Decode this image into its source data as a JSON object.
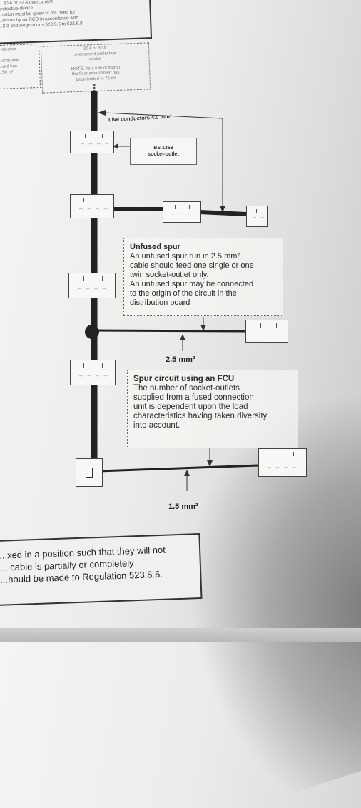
{
  "top_box": {
    "lines": [
      "... 30 A or 32 A overcurrent",
      "protective device",
      "...ration must be given to the need for",
      "...ection by an RCD in accordance with",
      "...3.3 and Regulations 522.6.6 to 522.6.8"
    ]
  },
  "left_note": {
    "lines": [
      "...otective",
      "",
      "...of thumb",
      "...ved has",
      "...50 m²"
    ]
  },
  "right_note": {
    "lines": [
      "30 A or 32 A",
      "overcurrent protective",
      "device",
      "NOTE: As a rule of thumb",
      "the floor area served has",
      "been limited to 75 m²"
    ]
  },
  "live_label": "Live conductors 4.0 mm²",
  "bs_box": {
    "line1": "BS 1363",
    "line2": "socket-outlet"
  },
  "unfused_note": {
    "heading": "Unfused spur",
    "lines": [
      "An unfused spur run in 2.5 mm²",
      "cable should feed one single or one",
      "twin socket-outlet only.",
      "An unfused spur may be connected",
      "to the origin of the circuit in the",
      "distribution board"
    ]
  },
  "csa_25": "2.5 mm²",
  "fcu_note": {
    "heading": "Spur circuit using an FCU",
    "lines": [
      "The number of socket-outlets",
      "supplied from a fused connection",
      "unit is dependent upon the load",
      "characteristics having taken diversity",
      "into account."
    ]
  },
  "csa_15": "1.5 mm²",
  "bottom_box": {
    "lines": [
      "...xed in a position such that they will not",
      "... cable is partially or completely",
      "...hould be made to Regulation 523.6.6."
    ]
  }
}
